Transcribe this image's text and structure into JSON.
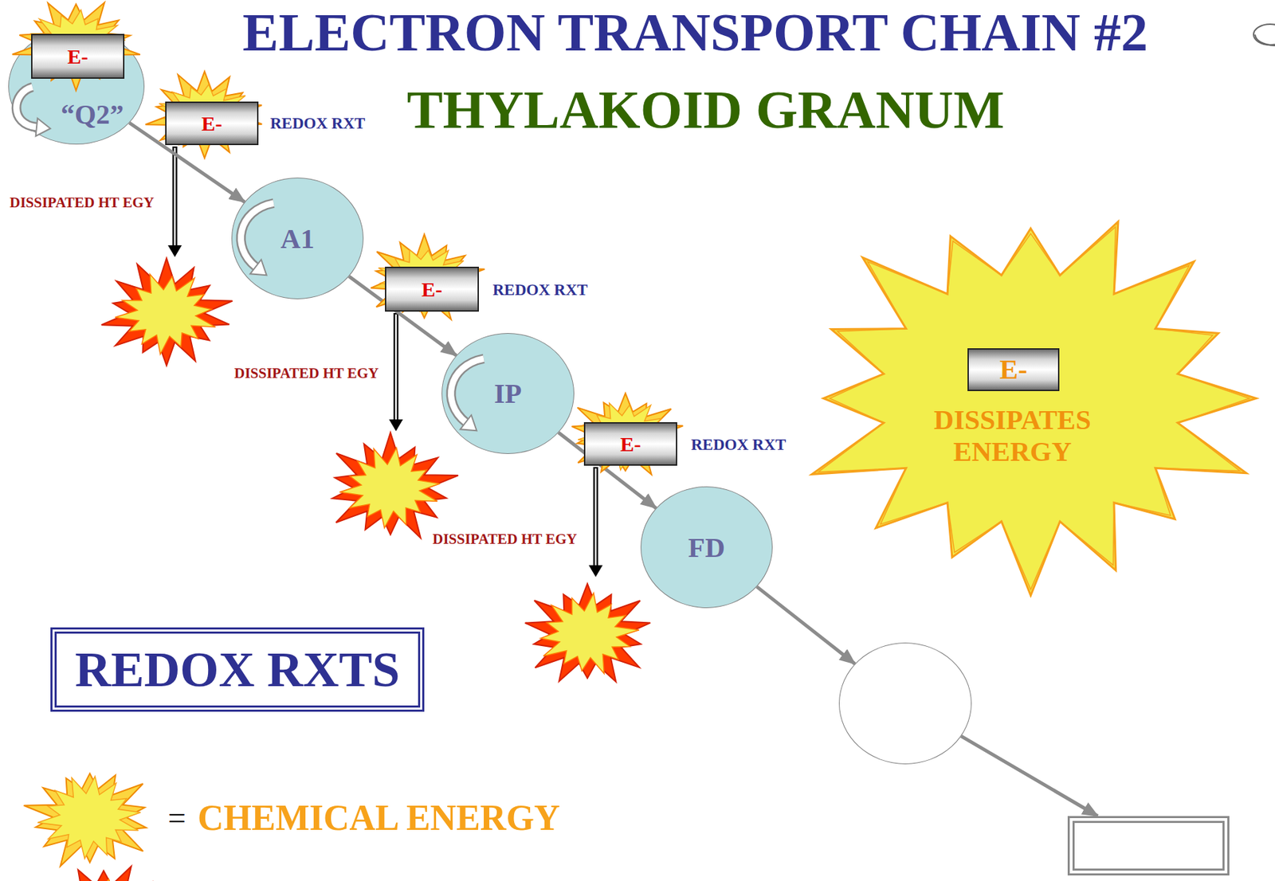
{
  "diagram": {
    "title": "ELECTRON TRANSPORT CHAIN #2",
    "nodes": [
      {
        "text": [
          "E-"
        ]
      },
      {
        "text": [
          "“Q2”"
        ]
      },
      {
        "text": [
          "E-"
        ]
      },
      {
        "text": [
          "A1"
        ]
      },
      {
        "text": [
          "E-"
        ]
      },
      {
        "text": [
          "IP"
        ]
      },
      {
        "text": [
          "E-"
        ]
      },
      {
        "text": [
          "DISSIPATES ENERGY"
        ]
      },
      {
        "text": [
          "E-"
        ],
        "in": 7
      },
      {
        "text": [
          "FD"
        ]
      },
      {
        "text": [
          "REDOX RXTS"
        ]
      },
      {
        "text": []
      },
      {
        "text": []
      }
    ],
    "edges": [
      {
        "from": 1,
        "to": 3,
        "arrow": "to"
      },
      {
        "from": 3,
        "to": 5,
        "arrow": "to"
      },
      {
        "from": 5,
        "to": 9,
        "arrow": "to"
      },
      {
        "from": 9,
        "to": 11,
        "arrow": "to"
      },
      {
        "from": 11,
        "to": 12,
        "arrow": "to"
      }
    ],
    "labels": [
      "THYLAKOID GRANUM",
      "REDOX RXT",
      "DISSIPATED HT EGY",
      "REDOX RXT",
      "DISSIPATED HT EGY",
      "REDOX RXT",
      "DISSIPATED HT EGY",
      "="
    ],
    "legend": [
      {
        "text": "CHEMICAL ENERGY"
      }
    ]
  }
}
